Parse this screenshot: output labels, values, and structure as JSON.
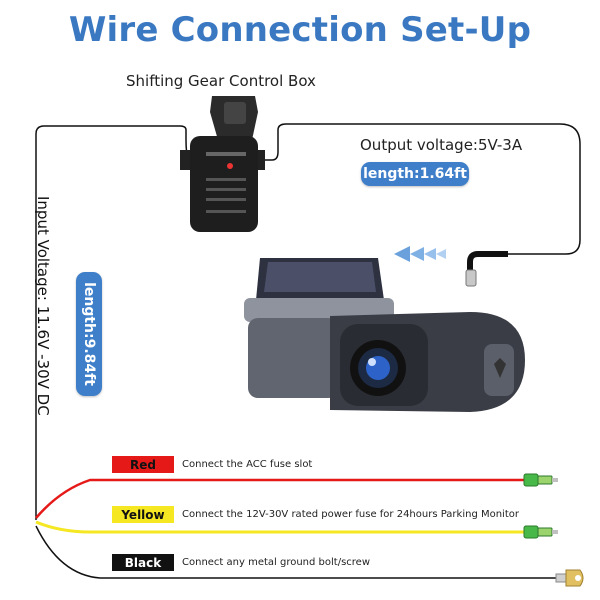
{
  "title": "Wire Connection Set-Up",
  "control_box": {
    "label": "Shifting Gear Control Box",
    "icon": "control-box-icon"
  },
  "output": {
    "voltage": "Output voltage:5V-3A",
    "length": "length:1.64ft"
  },
  "input": {
    "voltage": "Input Voltage: 11.6V -30V DC",
    "length": "length:9.84ft"
  },
  "wires": [
    {
      "tag": "Red",
      "description": "Connect the ACC fuse slot",
      "color": "#e61919"
    },
    {
      "tag": "Yellow",
      "description": "Connect the 12V-30V rated power fuse for 24hours Parking Monitor",
      "color": "#f5e722"
    },
    {
      "tag": "Black",
      "description": "Connect any metal ground bolt/screw",
      "color": "#111111"
    }
  ],
  "colors": {
    "accent": "#3a78c2",
    "pill": "#3f7fca"
  }
}
